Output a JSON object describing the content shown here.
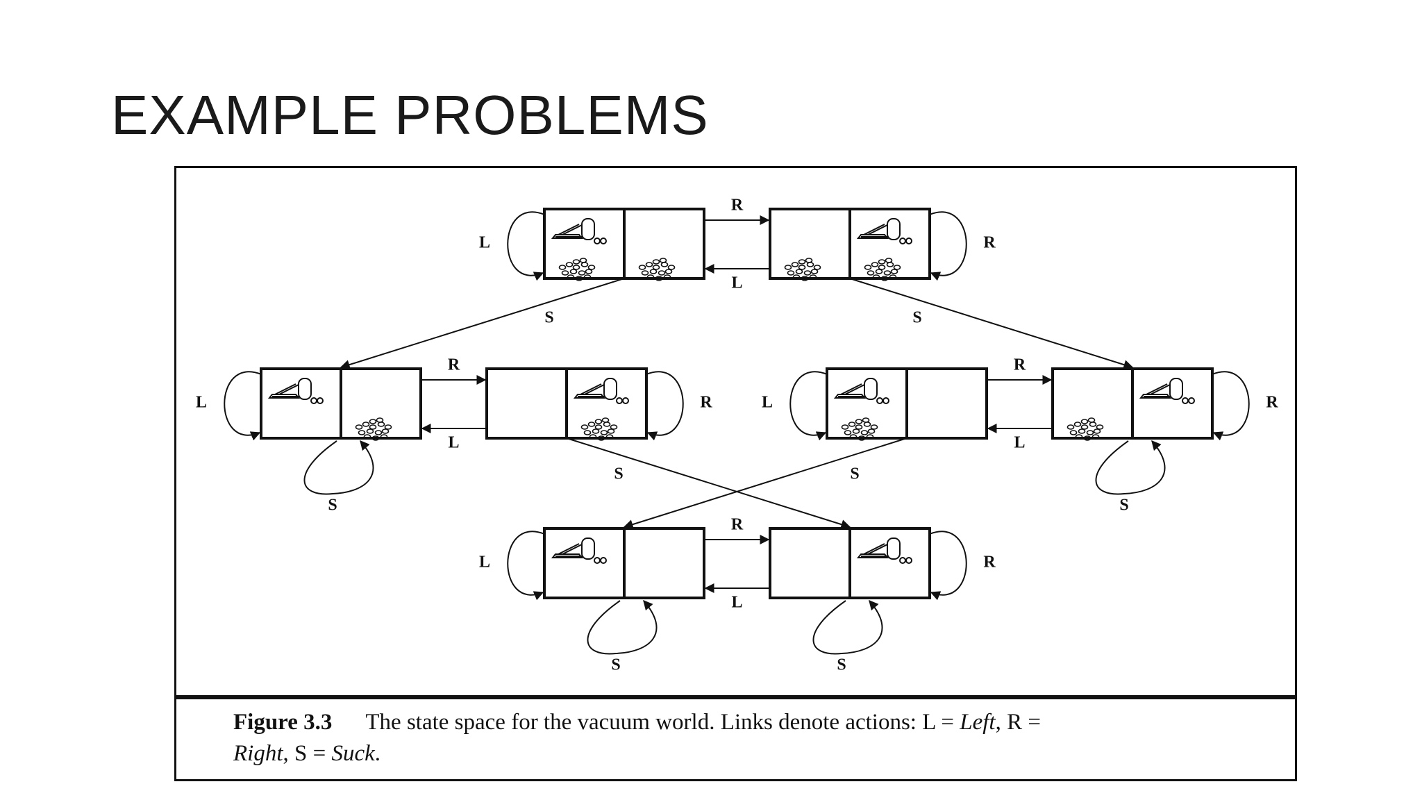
{
  "slide": {
    "title": "EXAMPLE PROBLEMS"
  },
  "caption": {
    "figure_number": "Figure 3.3",
    "part1": "The state space for the vacuum world. Links denote actions: L = ",
    "left_word": "Left",
    "part2": ", R =",
    "right_word": "Right",
    "part3": ", S = ",
    "suck_word": "Suck",
    "part4": "."
  },
  "actions": {
    "left": "L",
    "right": "R",
    "suck": "S"
  },
  "states": [
    {
      "id": 1,
      "vacuum": "left",
      "dirt_left": true,
      "dirt_right": true
    },
    {
      "id": 2,
      "vacuum": "right",
      "dirt_left": true,
      "dirt_right": true
    },
    {
      "id": 3,
      "vacuum": "left",
      "dirt_left": false,
      "dirt_right": true
    },
    {
      "id": 4,
      "vacuum": "right",
      "dirt_left": false,
      "dirt_right": true
    },
    {
      "id": 5,
      "vacuum": "left",
      "dirt_left": true,
      "dirt_right": false
    },
    {
      "id": 6,
      "vacuum": "right",
      "dirt_left": true,
      "dirt_right": false
    },
    {
      "id": 7,
      "vacuum": "left",
      "dirt_left": false,
      "dirt_right": false
    },
    {
      "id": 8,
      "vacuum": "right",
      "dirt_left": false,
      "dirt_right": false
    }
  ],
  "transitions": [
    {
      "from": 1,
      "to": 2,
      "action": "R"
    },
    {
      "from": 2,
      "to": 1,
      "action": "L"
    },
    {
      "from": 1,
      "to": 1,
      "action": "L"
    },
    {
      "from": 2,
      "to": 2,
      "action": "R"
    },
    {
      "from": 1,
      "to": 3,
      "action": "S"
    },
    {
      "from": 2,
      "to": 6,
      "action": "S"
    },
    {
      "from": 3,
      "to": 4,
      "action": "R"
    },
    {
      "from": 4,
      "to": 3,
      "action": "L"
    },
    {
      "from": 3,
      "to": 3,
      "action": "L"
    },
    {
      "from": 3,
      "to": 3,
      "action": "S"
    },
    {
      "from": 4,
      "to": 4,
      "action": "R"
    },
    {
      "from": 4,
      "to": 8,
      "action": "S"
    },
    {
      "from": 5,
      "to": 6,
      "action": "R"
    },
    {
      "from": 6,
      "to": 5,
      "action": "L"
    },
    {
      "from": 5,
      "to": 5,
      "action": "L"
    },
    {
      "from": 5,
      "to": 7,
      "action": "S"
    },
    {
      "from": 6,
      "to": 6,
      "action": "R"
    },
    {
      "from": 6,
      "to": 6,
      "action": "S"
    },
    {
      "from": 7,
      "to": 8,
      "action": "R"
    },
    {
      "from": 8,
      "to": 7,
      "action": "L"
    },
    {
      "from": 7,
      "to": 7,
      "action": "L"
    },
    {
      "from": 7,
      "to": 7,
      "action": "S"
    },
    {
      "from": 8,
      "to": 8,
      "action": "R"
    },
    {
      "from": 8,
      "to": 8,
      "action": "S"
    }
  ]
}
